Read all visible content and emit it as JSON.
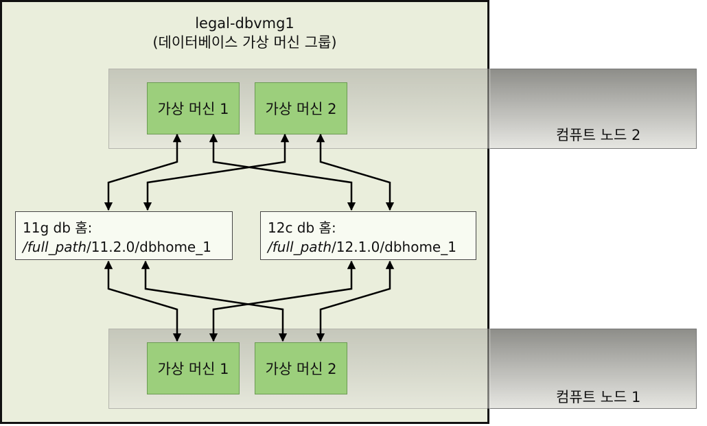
{
  "group": {
    "title": "legal-dbvmg1",
    "subtitle": "(데이터베이스 가상 머신 그룹)"
  },
  "compute_nodes": [
    {
      "label": "컴퓨트 노드 2"
    },
    {
      "label": "컴퓨트 노드 1"
    }
  ],
  "vms": {
    "top": [
      "가상 머신 1",
      "가상 머신 2"
    ],
    "bottom": [
      "가상 머신 1",
      "가상 머신 2"
    ]
  },
  "db_homes": [
    {
      "label": "11g db 홈:",
      "path_prefix": "/full_path",
      "path_suffix": "/11.2.0/dbhome_1"
    },
    {
      "label": "12c db 홈:",
      "path_prefix": "/full_path",
      "path_suffix": "/12.1.0/dbhome_1"
    }
  ]
}
